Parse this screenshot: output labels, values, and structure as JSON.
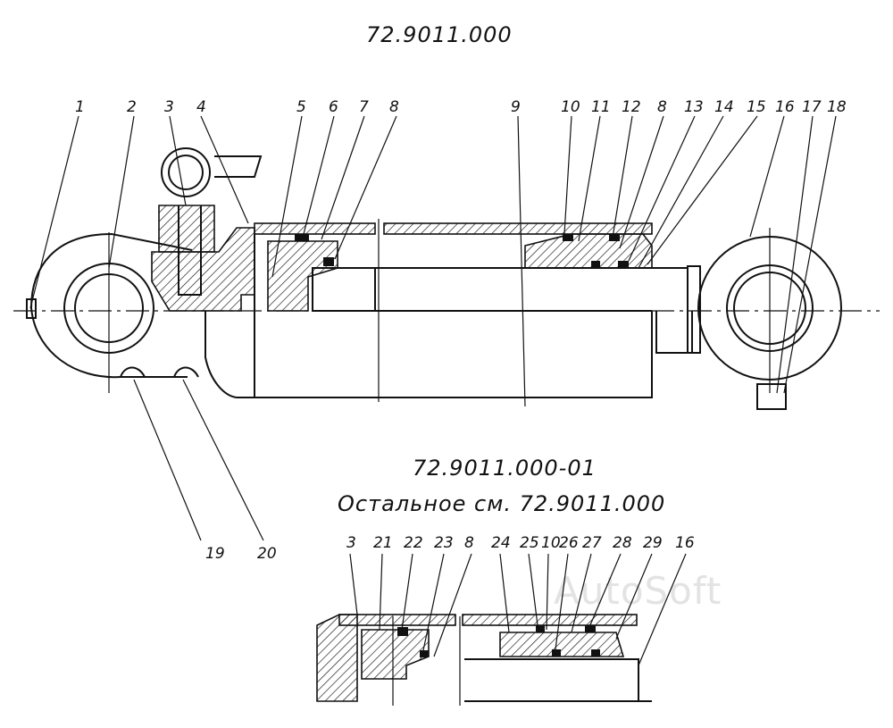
{
  "title_main": "72.9011.000",
  "title_variant": "72.9011.000-01",
  "variant_note": "Остальное см. 72.9011.000",
  "watermark": "AutoSoft",
  "top_callouts": [
    "1",
    "2",
    "3",
    "4",
    "5",
    "6",
    "7",
    "8",
    "9",
    "10",
    "11",
    "12",
    "8",
    "13",
    "14",
    "15",
    "16",
    "17",
    "18"
  ],
  "bottom_callouts": [
    "19",
    "20"
  ],
  "detail_callouts": [
    "3",
    "21",
    "22",
    "23",
    "8",
    "24",
    "25",
    "10",
    "26",
    "27",
    "28",
    "29",
    "16"
  ],
  "colors": {
    "ink": "#111111",
    "watermark": "#e3e3e3",
    "paper": "#ffffff"
  }
}
